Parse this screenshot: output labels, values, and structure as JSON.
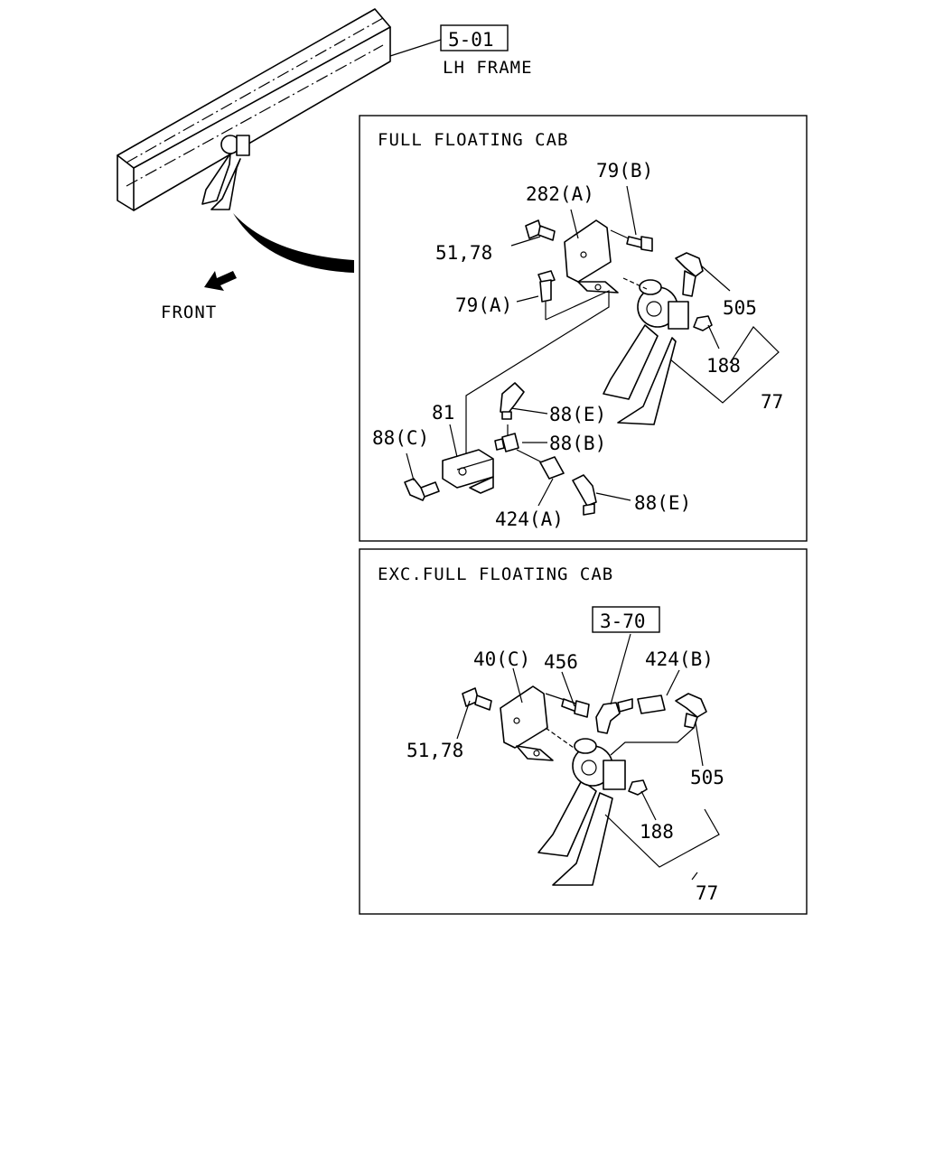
{
  "frame": {
    "ref": "5-01",
    "label": "LH FRAME"
  },
  "direction_label": "FRONT",
  "panel_top": {
    "title": "FULL FLOATING CAB",
    "callouts": {
      "p79b": "79(B)",
      "p282a": "282(A)",
      "p5178": "51,78",
      "p79a": "79(A)",
      "p505": "505",
      "p188": "188",
      "p77": "77",
      "p81": "81",
      "p88c": "88(C)",
      "p88e_top": "88(E)",
      "p88b": "88(B)",
      "p424a": "424(A)",
      "p88e_bot": "88(E)"
    }
  },
  "panel_bottom": {
    "title": "EXC.FULL FLOATING CAB",
    "ref": "3-70",
    "callouts": {
      "p40c": "40(C)",
      "p456": "456",
      "p424b": "424(B)",
      "p5178": "51,78",
      "p505": "505",
      "p188": "188",
      "p77": "77"
    }
  }
}
